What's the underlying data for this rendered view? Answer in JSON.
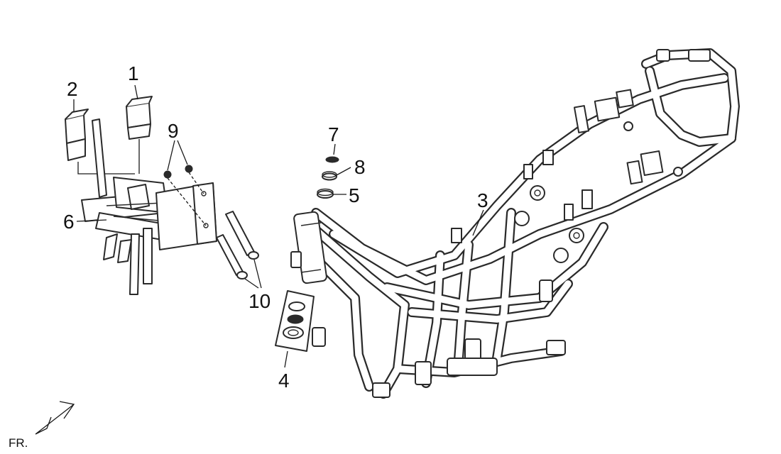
{
  "callouts": {
    "c1": "1",
    "c2": "2",
    "c3": "3",
    "c4": "4",
    "c5": "5",
    "c6": "6",
    "c7": "7",
    "c8": "8",
    "c9": "9",
    "c10": "10"
  },
  "direction_label": "FR.",
  "colors": {
    "line": "#2a2a2a",
    "background": "#ffffff"
  }
}
